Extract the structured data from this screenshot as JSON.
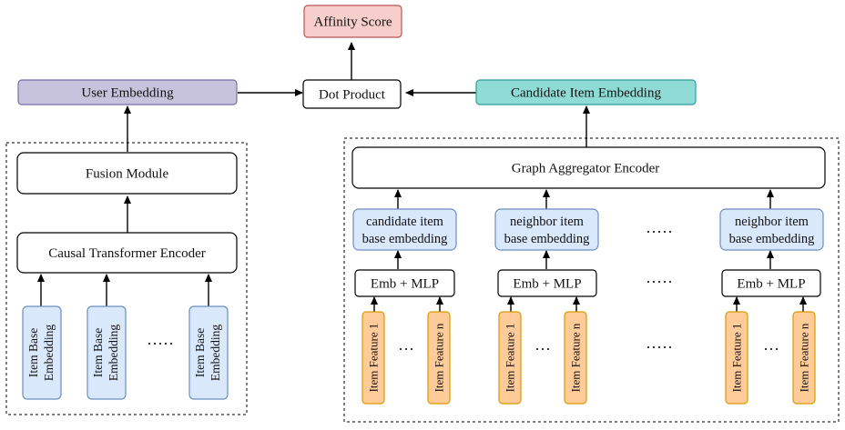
{
  "top": {
    "affinity_score": "Affinity Score",
    "dot_product": "Dot Product",
    "user_embedding": "User Embedding",
    "candidate_item_embedding": "Candidate Item Embedding"
  },
  "left": {
    "fusion_module": "Fusion Module",
    "causal_transformer_encoder": "Causal Transformer Encoder",
    "item_base_embedding": [
      "Item Base",
      "Embedding"
    ],
    "ellipsis": "·····"
  },
  "right": {
    "graph_aggregator_encoder": "Graph Aggregator Encoder",
    "candidate_base": [
      "candidate item",
      "base embedding"
    ],
    "neighbor_base": [
      "neighbor item",
      "base embedding"
    ],
    "emb_mlp": "Emb + MLP",
    "item_feature_1": "Item Feature 1",
    "item_feature_n": "Item Feature n",
    "small_ellipsis": "···",
    "ellipsis": "·····"
  },
  "colors": {
    "affinity_fill": "#f8cecc",
    "affinity_stroke": "#b85450",
    "user_fill": "#c8c3dc",
    "user_stroke": "#7a6ea8",
    "candidate_fill": "#8fdcd6",
    "candidate_stroke": "#2e9e97",
    "blue_fill": "#dae8fc",
    "blue_stroke": "#6c8ebf",
    "orange_fill": "#ffcc99",
    "orange_stroke": "#d79b00",
    "white_fill": "#ffffff",
    "black": "#000000"
  }
}
